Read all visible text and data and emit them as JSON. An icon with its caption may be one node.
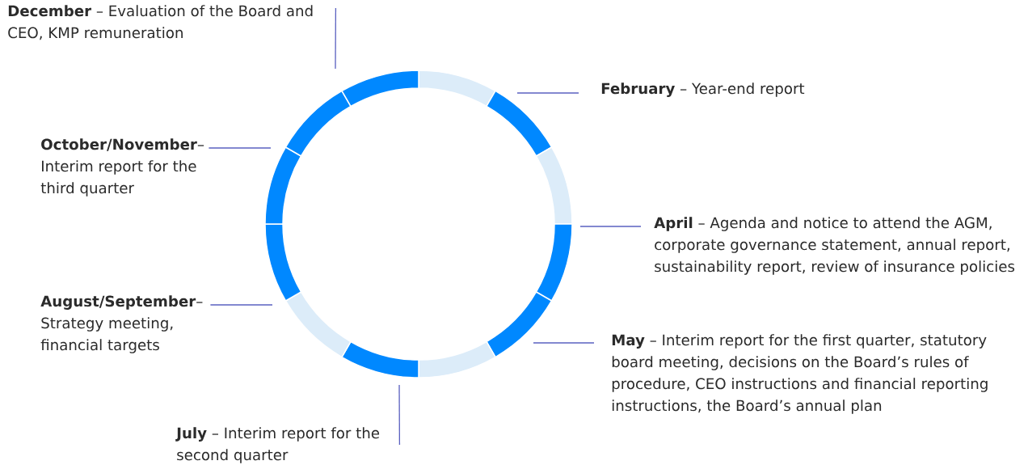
{
  "diagram": {
    "nodes": [
      {
        "text": [
          "**December** – Evaluation of the Board and CEO, KMP remuneration"
        ]
      },
      {
        "text": [
          "**February** – Year-end report"
        ]
      },
      {
        "text": [
          "**April** – Agenda and notice to attend the AGM, corporate governance statement, annual report, sustainability report, review of insurance policies"
        ]
      },
      {
        "text": [
          "**May** – Interim report for the first quarter, statutory board meeting, decisions on the Board’s rules of procedure, CEO instructions and financial reporting instructions, the Board’s annual plan"
        ]
      },
      {
        "text": [
          "**July** – Interim report for the second quarter"
        ]
      },
      {
        "text": [
          "**August/September**– Strategy meeting, financial targets"
        ]
      },
      {
        "text": [
          "**October/November**– Interim report for the third quarter"
        ]
      }
    ],
    "edges": [
      {
        "from": 0,
        "to": null,
        "arrow": "none"
      },
      {
        "from": 1,
        "to": null,
        "arrow": "none"
      },
      {
        "from": 2,
        "to": null,
        "arrow": "none"
      },
      {
        "from": 3,
        "to": null,
        "arrow": "none"
      },
      {
        "from": 4,
        "to": null,
        "arrow": "none"
      },
      {
        "from": 5,
        "to": null,
        "arrow": "none"
      },
      {
        "from": 6,
        "to": null,
        "arrow": "none"
      }
    ]
  }
}
